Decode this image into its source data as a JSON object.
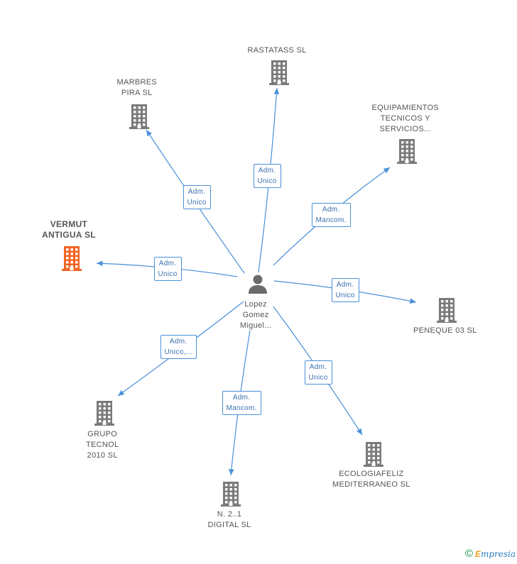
{
  "center": {
    "name_lines": [
      "Lopez",
      "Gomez",
      "Miguel..."
    ],
    "icon": "person-icon"
  },
  "nodes": [
    {
      "id": "rastatass",
      "lines": [
        "RASTATASS SL"
      ],
      "highlight": false,
      "icon": "building-icon"
    },
    {
      "id": "marbres",
      "lines": [
        "MARBRES",
        "PIRA SL"
      ],
      "highlight": false,
      "icon": "building-icon"
    },
    {
      "id": "equipamientos",
      "lines": [
        "EQUIPAMIENTOS",
        "TECNICOS Y",
        "SERVICIOS..."
      ],
      "highlight": false,
      "icon": "building-icon"
    },
    {
      "id": "vermut",
      "lines": [
        "VERMUT",
        "ANTIGUA SL"
      ],
      "highlight": true,
      "icon": "building-icon"
    },
    {
      "id": "peneque",
      "lines": [
        "PENEQUE 03 SL"
      ],
      "highlight": false,
      "icon": "building-icon"
    },
    {
      "id": "grupo",
      "lines": [
        "GRUPO",
        "TECNOL",
        "2010 SL"
      ],
      "highlight": false,
      "icon": "building-icon"
    },
    {
      "id": "ecologiafeliz",
      "lines": [
        "ECOLOGIAFELIZ",
        "MEDITERRANEO SL"
      ],
      "highlight": false,
      "icon": "building-icon"
    },
    {
      "id": "n21",
      "lines": [
        "N. 2..1",
        "DIGITAL  SL"
      ],
      "highlight": false,
      "icon": "building-icon"
    }
  ],
  "edges": [
    {
      "to": "rastatass",
      "lines": [
        "Adm.",
        "Unico"
      ]
    },
    {
      "to": "marbres",
      "lines": [
        "Adm.",
        "Unico"
      ]
    },
    {
      "to": "equipamientos",
      "lines": [
        "Adm.",
        "Mancom."
      ]
    },
    {
      "to": "vermut",
      "lines": [
        "Adm.",
        "Unico"
      ]
    },
    {
      "to": "peneque",
      "lines": [
        "Adm.",
        "Unico"
      ]
    },
    {
      "to": "grupo",
      "lines": [
        "Adm.",
        "Unico,..."
      ]
    },
    {
      "to": "ecologiafeliz",
      "lines": [
        "Adm.",
        "Unico"
      ]
    },
    {
      "to": "n21",
      "lines": [
        "Adm.",
        "Mancom."
      ]
    }
  ],
  "colors": {
    "edge": "#4a90d9",
    "building": "#7a7a7a",
    "building_highlight": "#f26522",
    "person": "#6b6b6b"
  },
  "footer": {
    "copyright": "©",
    "brand_initial": "E",
    "brand_rest": "mpresia"
  }
}
